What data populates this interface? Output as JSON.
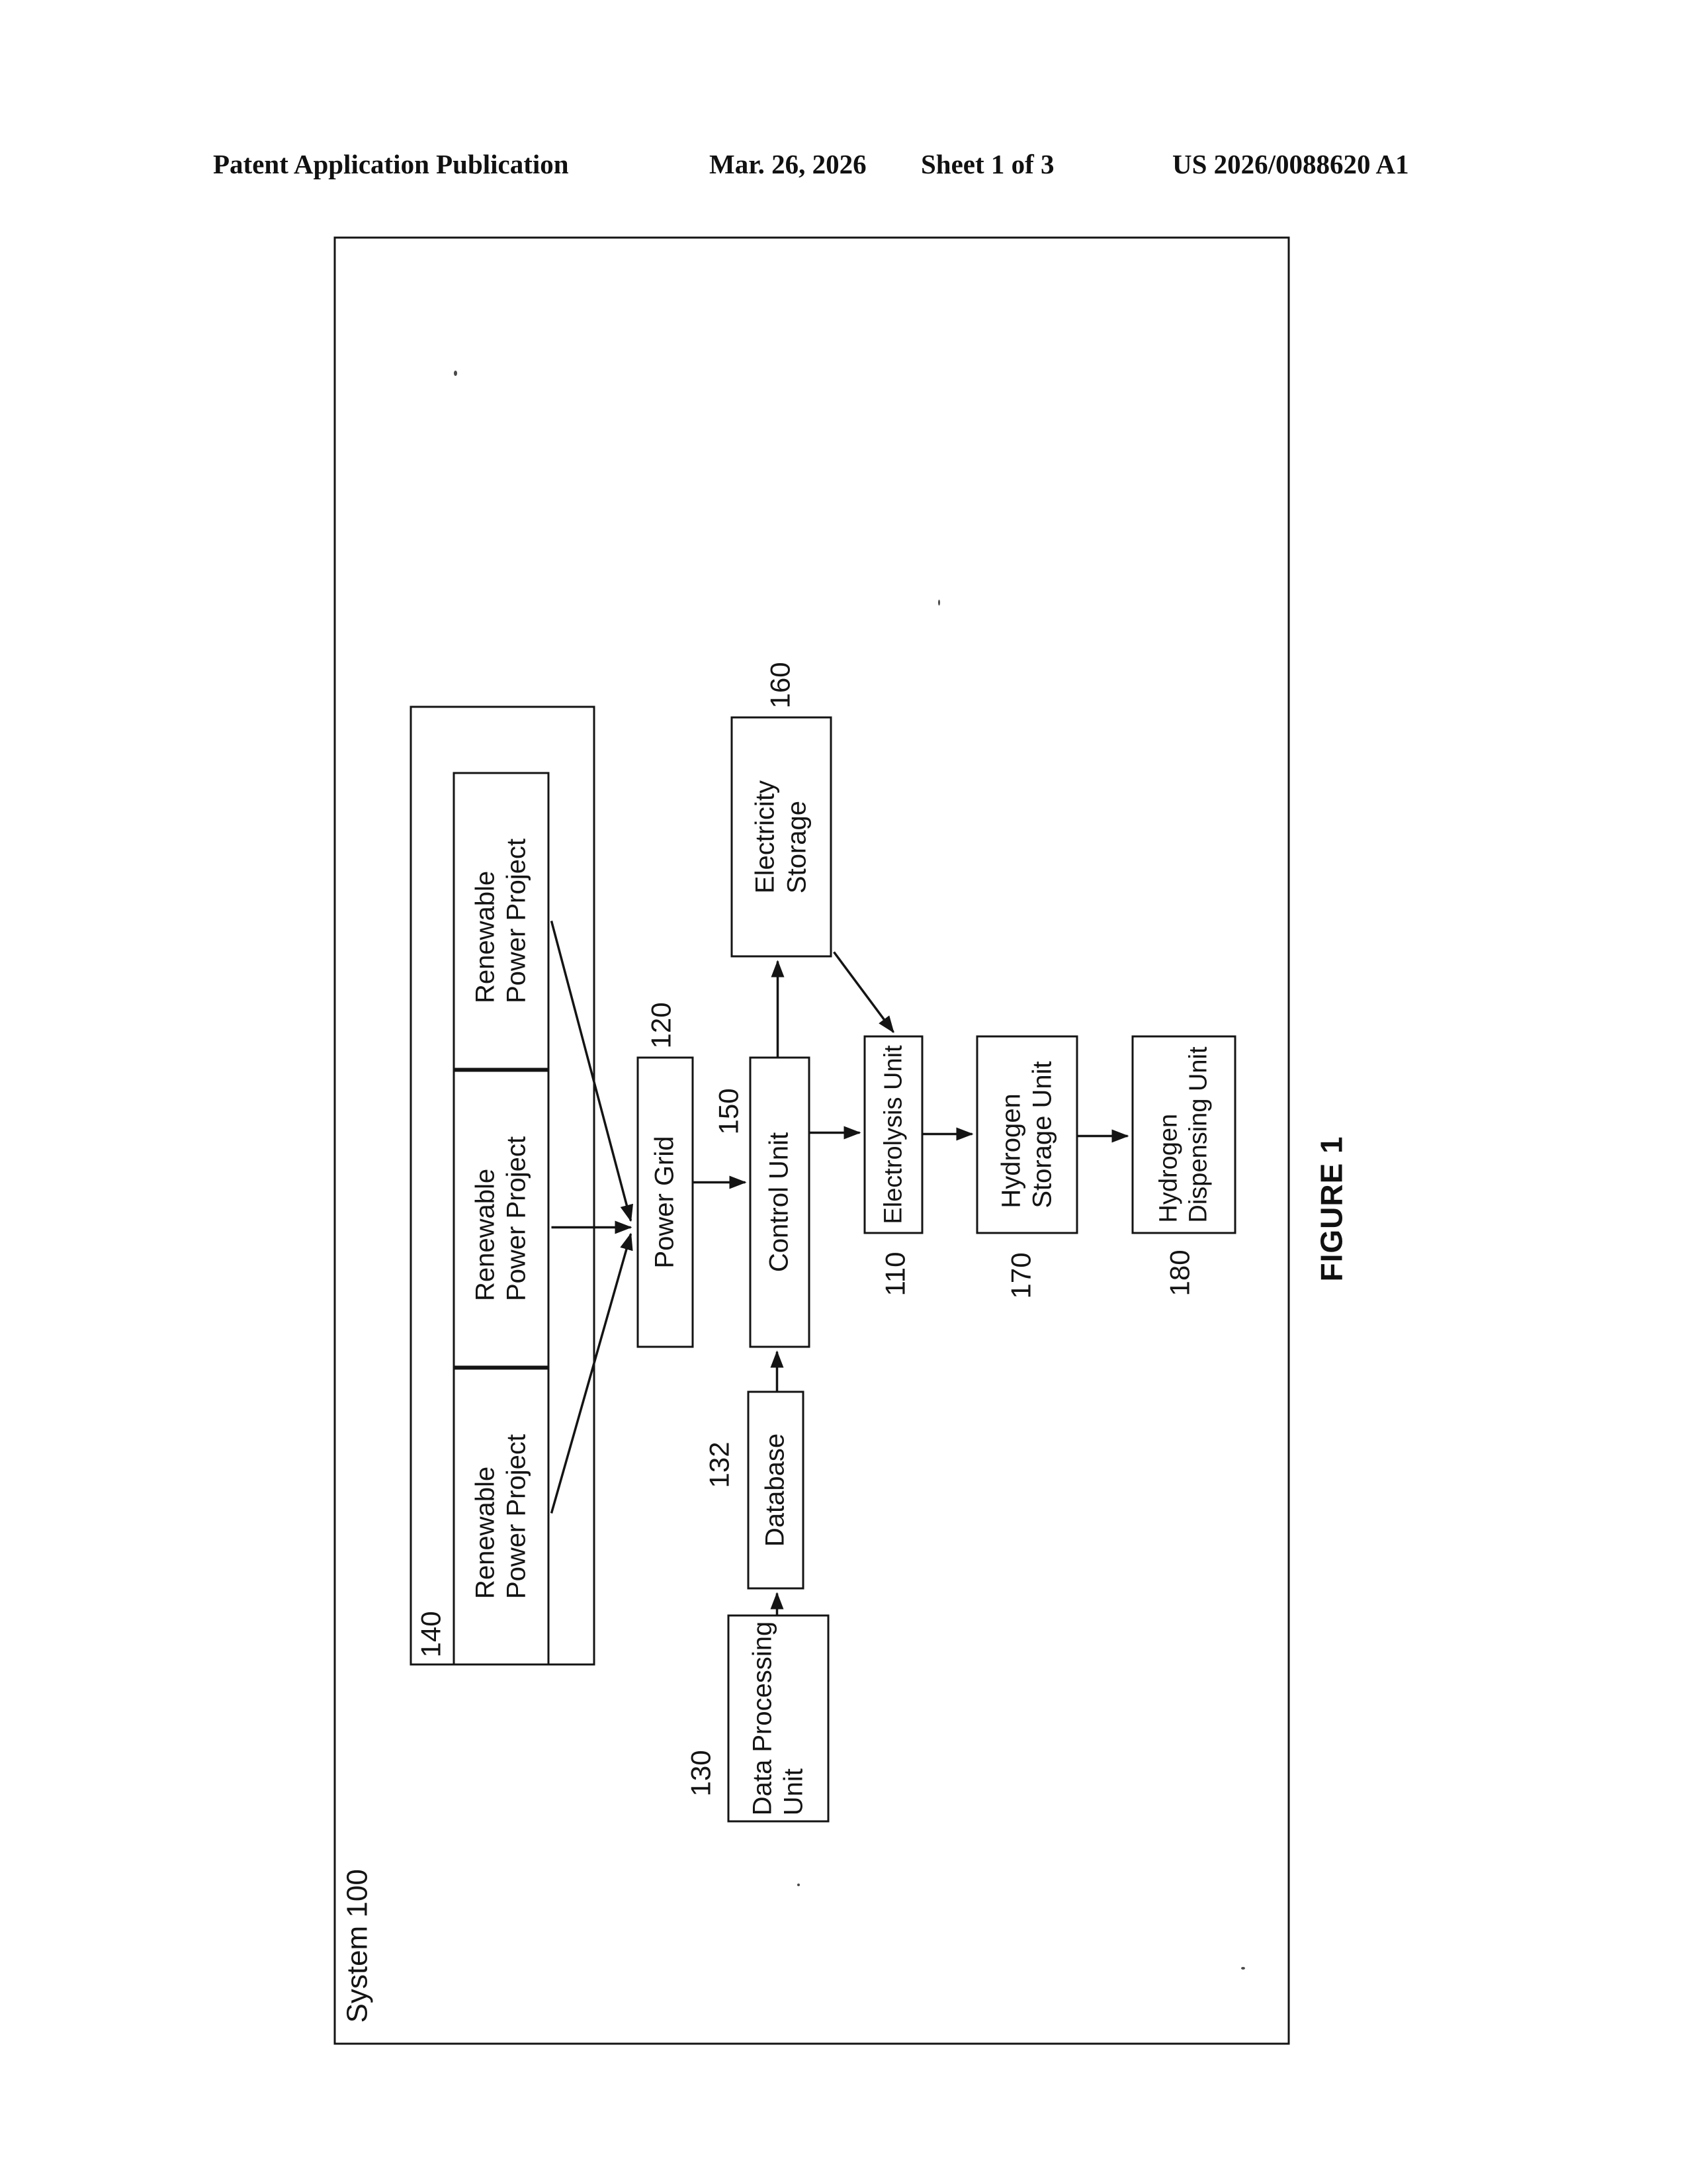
{
  "header": {
    "publication": "Patent Application Publication",
    "date": "Mar. 26, 2026",
    "sheet": "Sheet 1 of 3",
    "document_number": "US 2026/0088620 A1"
  },
  "figure": {
    "caption": "FIGURE 1",
    "system_label": "System 100",
    "group": {
      "ref": "140"
    },
    "nodes": {
      "renewable1": {
        "label": "Renewable\nPower Project"
      },
      "renewable2": {
        "label": "Renewable\nPower Project"
      },
      "renewable3": {
        "label": "Renewable\nPower Project"
      },
      "power_grid": {
        "label": "Power Grid",
        "ref": "120"
      },
      "control_unit": {
        "label": "Control Unit",
        "ref": "150"
      },
      "electricity_storage": {
        "label": "Electricity\nStorage",
        "ref": "160"
      },
      "electrolysis_unit": {
        "label": "Electrolysis Unit",
        "ref": "110"
      },
      "hydrogen_storage": {
        "label": "Hydrogen\nStorage Unit",
        "ref": "170"
      },
      "hydrogen_dispensing": {
        "label": "Hydrogen\nDispensing Unit",
        "ref": "180"
      },
      "database": {
        "label": "Database",
        "ref": "132"
      },
      "data_processing": {
        "label": "Data Processing\nUnit",
        "ref": "130"
      }
    },
    "edges": [
      {
        "from": "renewable1",
        "to": "power_grid"
      },
      {
        "from": "renewable2",
        "to": "power_grid"
      },
      {
        "from": "renewable3",
        "to": "power_grid"
      },
      {
        "from": "power_grid",
        "to": "control_unit"
      },
      {
        "from": "control_unit",
        "to": "electricity_storage"
      },
      {
        "from": "electricity_storage",
        "to": "electrolysis_unit"
      },
      {
        "from": "control_unit",
        "to": "electrolysis_unit"
      },
      {
        "from": "electrolysis_unit",
        "to": "hydrogen_storage"
      },
      {
        "from": "hydrogen_storage",
        "to": "hydrogen_dispensing"
      },
      {
        "from": "data_processing",
        "to": "database"
      },
      {
        "from": "database",
        "to": "control_unit"
      }
    ],
    "colors": {
      "ink": "#141414",
      "paper": "#ffffff"
    }
  }
}
